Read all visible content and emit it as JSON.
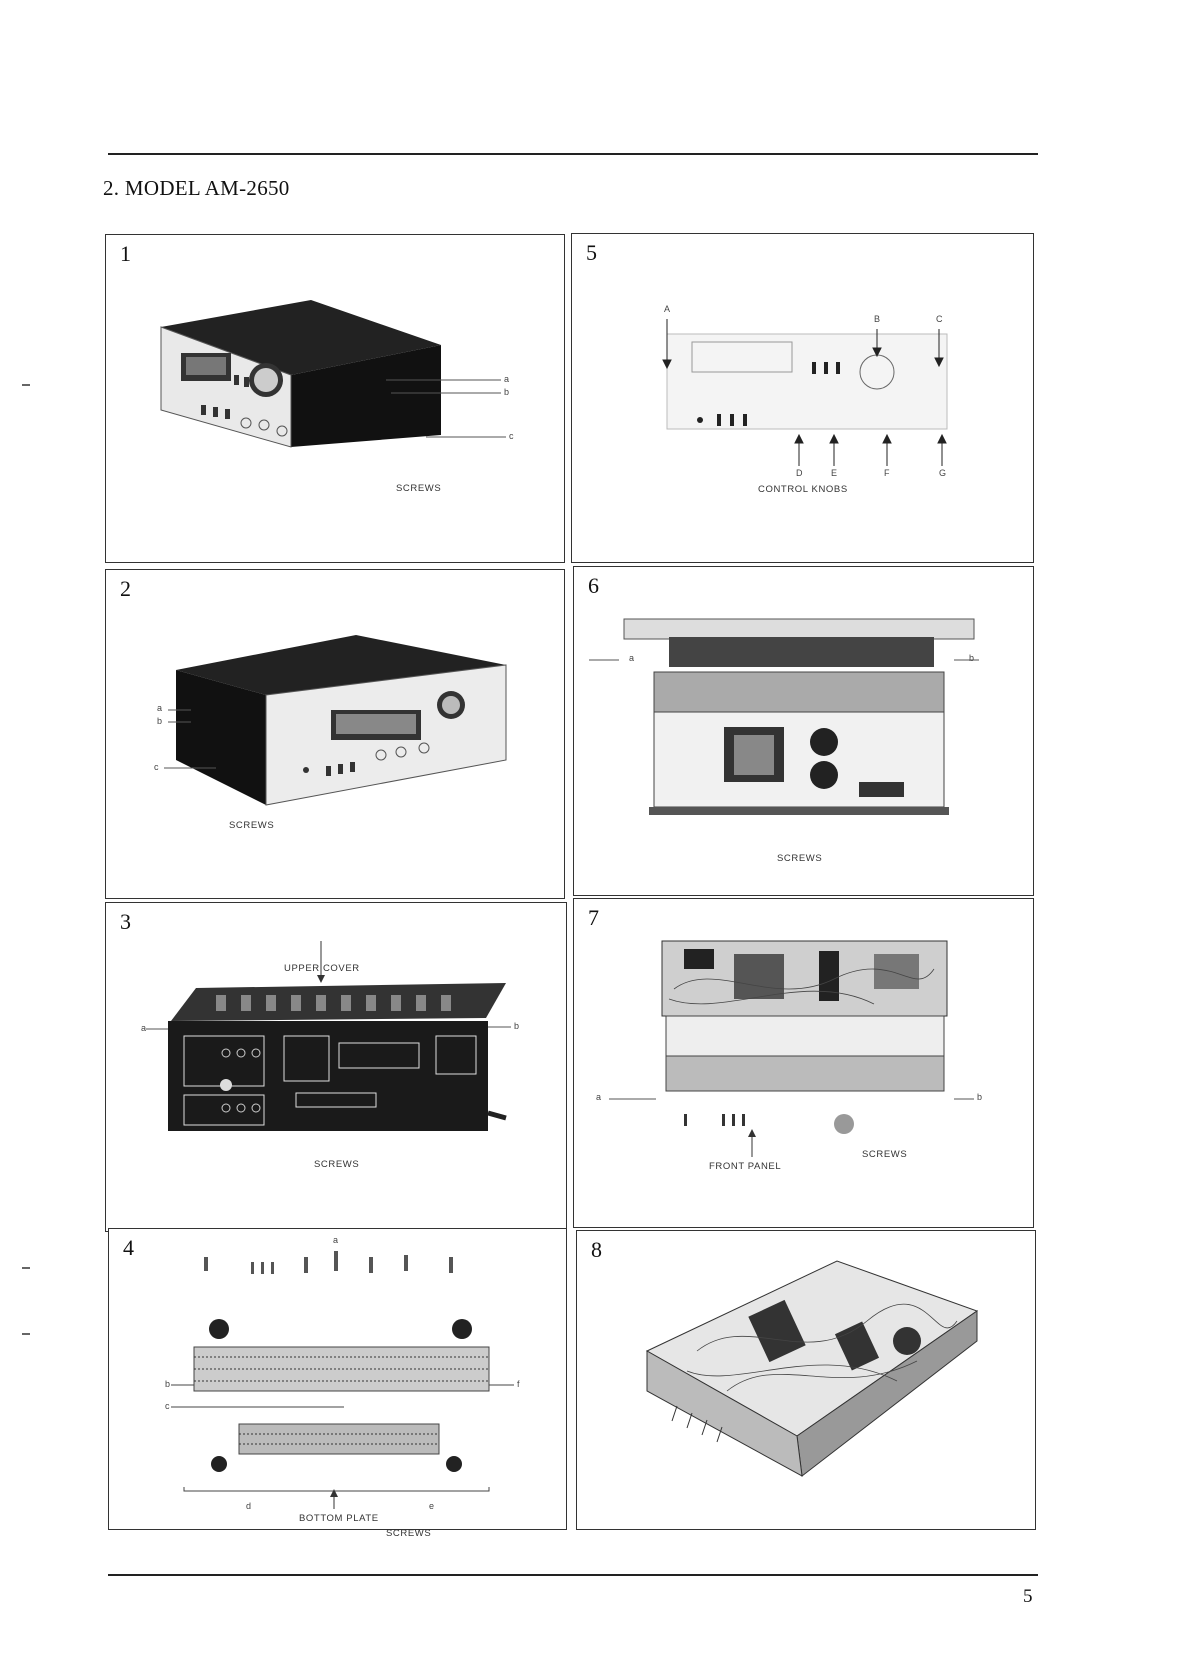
{
  "section_title": "2. MODEL AM-2650",
  "page_number": "5",
  "panels": {
    "p1": {
      "number": "1",
      "caption": "SCREWS",
      "labels": [
        "a",
        "b",
        "c"
      ]
    },
    "p2": {
      "number": "2",
      "caption": "SCREWS",
      "labels": [
        "a",
        "b",
        "c"
      ]
    },
    "p3": {
      "number": "3",
      "caption": "SCREWS",
      "top_label": "UPPER COVER",
      "labels": [
        "a",
        "b"
      ]
    },
    "p4": {
      "number": "4",
      "caption": "SCREWS",
      "plate_label": "BOTTOM PLATE",
      "labels": [
        "a",
        "b",
        "c",
        "d",
        "e",
        "f"
      ]
    },
    "p5": {
      "number": "5",
      "caption": "CONTROL KNOBS",
      "labels": [
        "A",
        "B",
        "C",
        "D",
        "E",
        "F",
        "G"
      ]
    },
    "p6": {
      "number": "6",
      "caption": "SCREWS",
      "labels": [
        "a",
        "b"
      ]
    },
    "p7": {
      "number": "7",
      "caption": "SCREWS",
      "front_label": "FRONT PANEL",
      "labels": [
        "a",
        "b"
      ]
    },
    "p8": {
      "number": "8"
    }
  }
}
